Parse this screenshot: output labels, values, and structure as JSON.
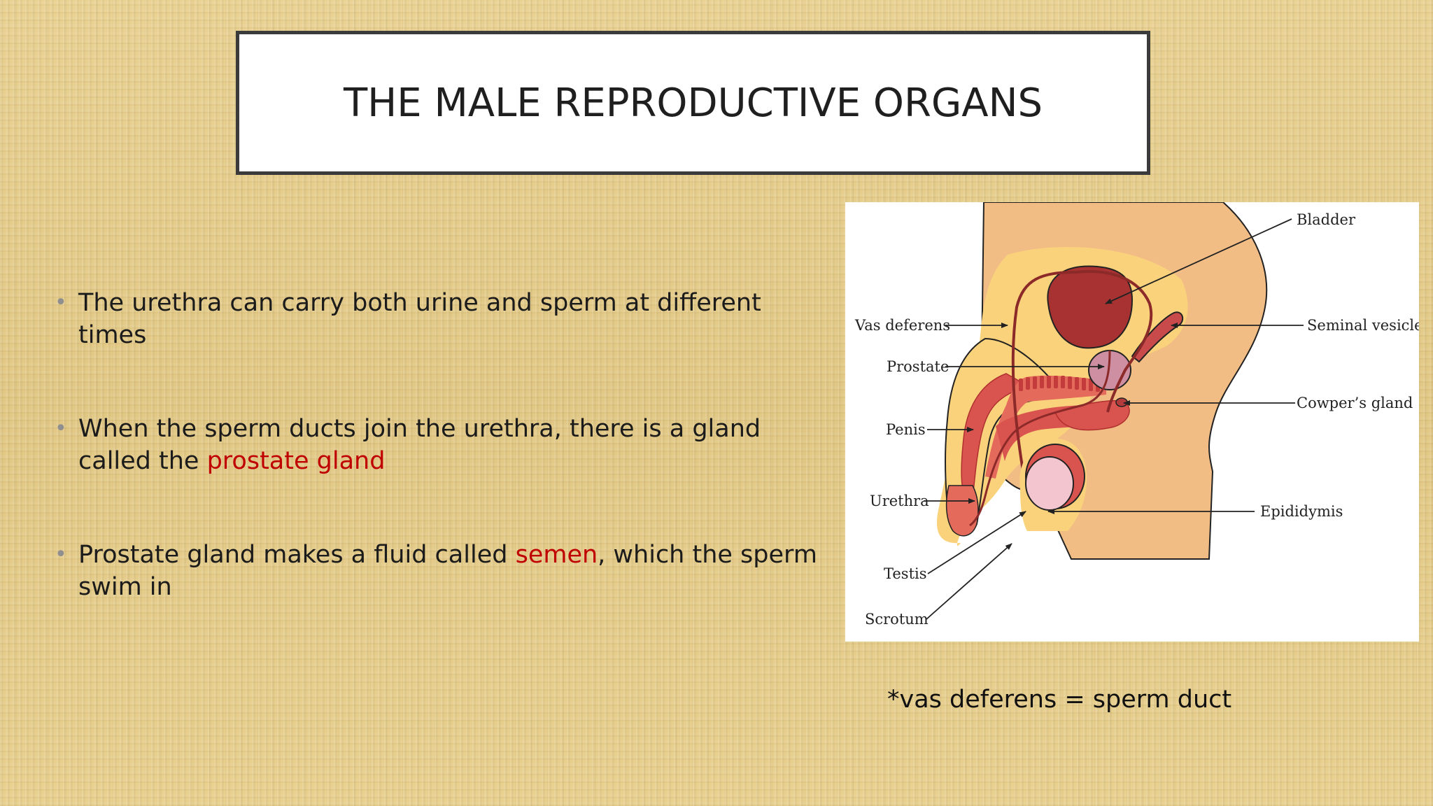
{
  "slide": {
    "title": "THE MALE REPRODUCTIVE ORGANS",
    "bullets": [
      {
        "text": "The urethra can carry both urine and sperm at different times"
      },
      {
        "text_before": "When the sperm ducts join the urethra, there is a gland called the ",
        "highlight": "prostate gland",
        "text_after": ""
      },
      {
        "text_before": "Prostate gland makes a fluid called ",
        "highlight": "semen",
        "text_after": ", which the sperm swim in"
      }
    ],
    "footnote": "*vas deferens = sperm duct",
    "highlight_color": "#c00000",
    "bullet_color": "#8f8f8f"
  },
  "diagram": {
    "labels": {
      "bladder": "Bladder",
      "vas_deferens": "Vas deferens",
      "seminal_vesicle": "Seminal vesicle",
      "prostate": "Prostate",
      "cowpers_gland": "Cowper’s gland",
      "penis": "Penis",
      "urethra": "Urethra",
      "epididymis": "Epididymis",
      "testis": "Testis",
      "scrotum": "Scrotum"
    }
  }
}
